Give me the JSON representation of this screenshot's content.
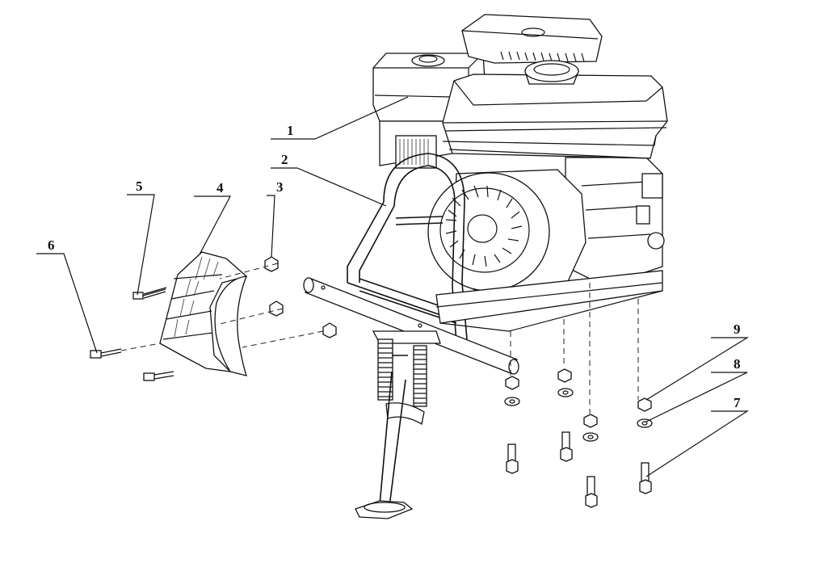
{
  "diagram": {
    "callouts": [
      {
        "id": "c1",
        "number": "1"
      },
      {
        "id": "c2",
        "number": "2"
      },
      {
        "id": "c3",
        "number": "3"
      },
      {
        "id": "c4",
        "number": "4"
      },
      {
        "id": "c5",
        "number": "5"
      },
      {
        "id": "c6",
        "number": "6"
      },
      {
        "id": "c7",
        "number": "7"
      },
      {
        "id": "c8",
        "number": "8"
      },
      {
        "id": "c9",
        "number": "9"
      }
    ]
  }
}
